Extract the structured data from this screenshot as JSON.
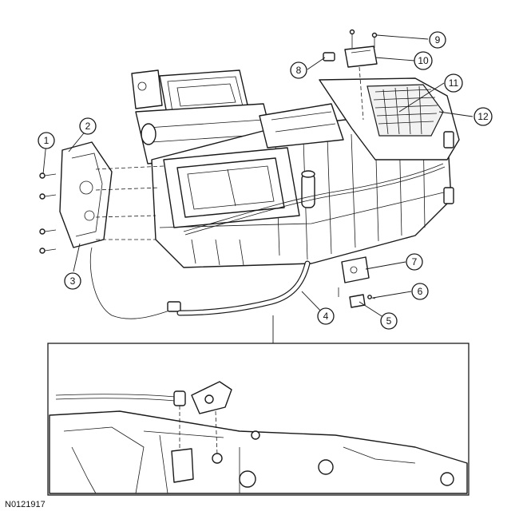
{
  "document_id": "N0121917",
  "callouts": [
    {
      "label": "1"
    },
    {
      "label": "2"
    },
    {
      "label": "3"
    },
    {
      "label": "4"
    },
    {
      "label": "5"
    },
    {
      "label": "6"
    },
    {
      "label": "7"
    },
    {
      "label": "8"
    },
    {
      "label": "9"
    },
    {
      "label": "10"
    },
    {
      "label": "11"
    },
    {
      "label": "12"
    }
  ]
}
